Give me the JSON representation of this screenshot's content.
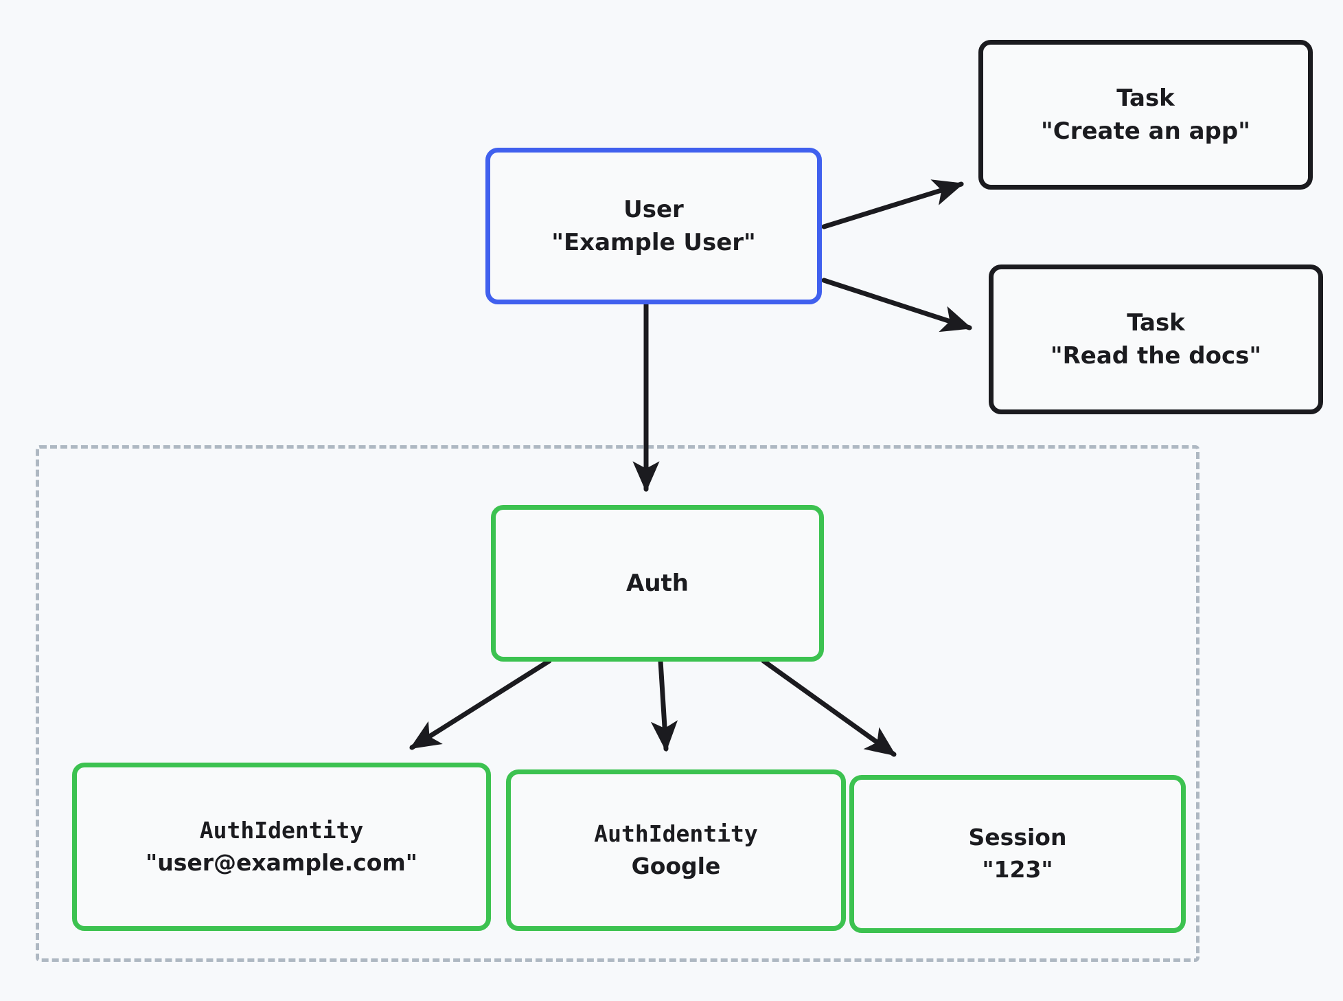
{
  "diagram": {
    "background_color": "#f7f9fb",
    "colors": {
      "blue": "#4060ee",
      "black": "#1b1b1f",
      "green": "#3cc250",
      "dashed_gray": "#aeb8c2",
      "node_fill": "#f9fafb"
    },
    "nodes": {
      "user": {
        "type_label": "User",
        "value_label": "\"Example User\""
      },
      "task_create_app": {
        "type_label": "Task",
        "value_label": "\"Create an app\""
      },
      "task_read_docs": {
        "type_label": "Task",
        "value_label": "\"Read the docs\""
      },
      "auth": {
        "type_label": "Auth",
        "value_label": ""
      },
      "auth_identity_email": {
        "type_label": "AuthIdentity",
        "value_label": "\"user@example.com\""
      },
      "auth_identity_google": {
        "type_label": "AuthIdentity",
        "value_label": "Google"
      },
      "session": {
        "type_label": "Session",
        "value_label": "\"123\""
      }
    },
    "group": {
      "label": "",
      "style": "dashed"
    },
    "edges": [
      {
        "from": "user",
        "to": "task_create_app",
        "style": "arrow"
      },
      {
        "from": "user",
        "to": "task_read_docs",
        "style": "arrow"
      },
      {
        "from": "user",
        "to": "auth",
        "style": "arrow"
      },
      {
        "from": "auth",
        "to": "auth_identity_email",
        "style": "arrow"
      },
      {
        "from": "auth",
        "to": "auth_identity_google",
        "style": "arrow"
      },
      {
        "from": "auth",
        "to": "session",
        "style": "arrow"
      }
    ]
  }
}
